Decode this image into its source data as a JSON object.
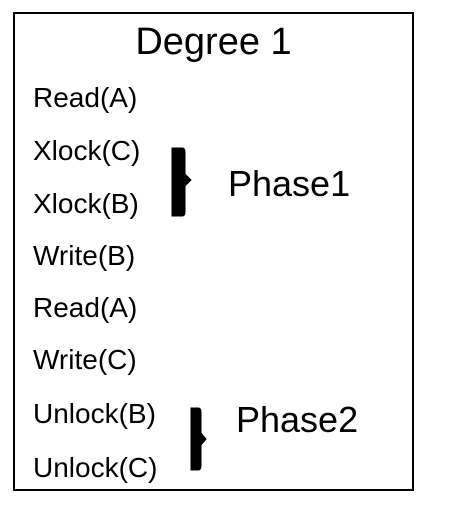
{
  "title": "Degree 1",
  "operations": [
    "Read(A)",
    "Xlock(C)",
    "Xlock(B)",
    "Write(B)",
    "Read(A)",
    "Write(C)",
    "Unlock(B)",
    "Unlock(C)"
  ],
  "phases": [
    {
      "label": "Phase1",
      "spans_operations": [
        2,
        3
      ]
    },
    {
      "label": "Phase2",
      "spans_operations": [
        7,
        8
      ]
    }
  ]
}
